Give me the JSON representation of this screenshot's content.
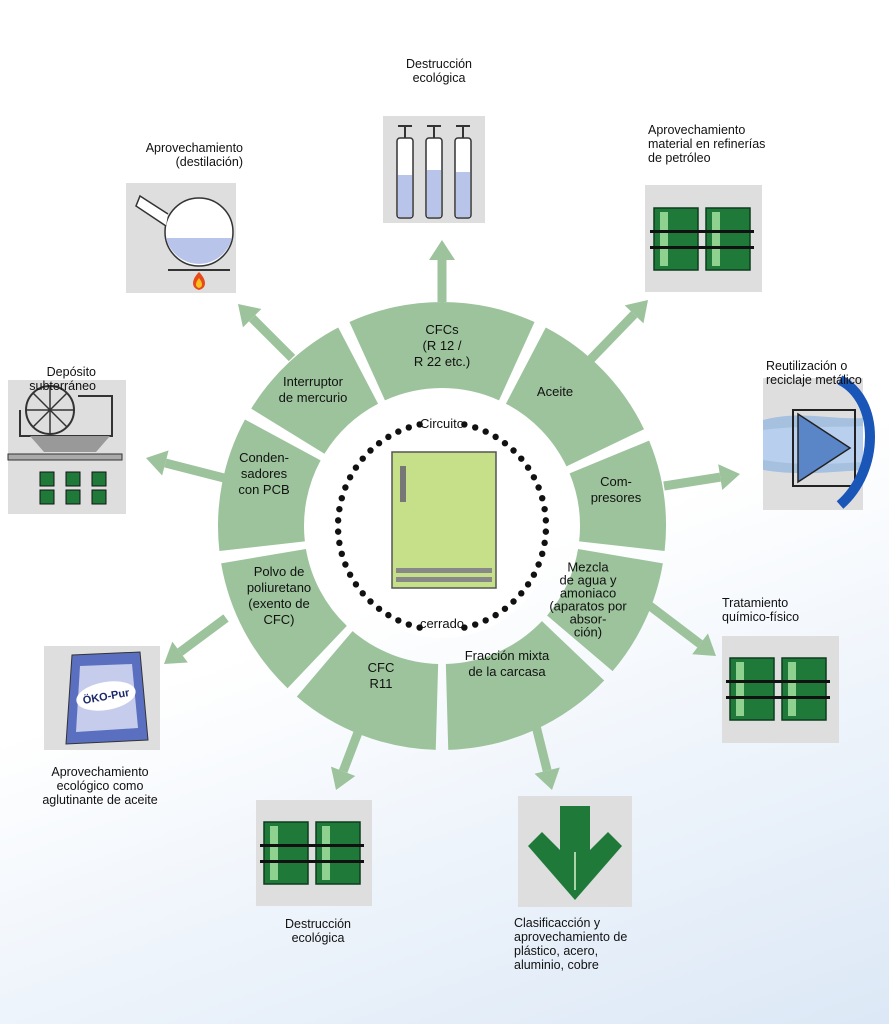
{
  "colors": {
    "segment": "#9cc39c",
    "arrow": "#9cc39c",
    "green_drum": "#1f7a3a",
    "fridge": "#c6e08a",
    "box_bg": "#dedede"
  },
  "center": {
    "label_top": "Circuito",
    "label_bottom": "cerrado"
  },
  "segments": [
    {
      "id": "cfcs",
      "lines": [
        "CFCs",
        "(R 12 /",
        "R 22 etc.)"
      ]
    },
    {
      "id": "aceite",
      "lines": [
        "Aceite"
      ]
    },
    {
      "id": "compresores",
      "lines": [
        "Com-",
        "presores"
      ]
    },
    {
      "id": "mezcla",
      "lines": [
        "Mezcla",
        "de agua y",
        "amoniaco",
        "(aparatos por",
        "absor-",
        "ción)"
      ]
    },
    {
      "id": "fraccion",
      "lines": [
        "Fracción mixta",
        "de la carcasa"
      ]
    },
    {
      "id": "cfc-r11",
      "lines": [
        "CFC",
        "R11"
      ]
    },
    {
      "id": "polvo",
      "lines": [
        "Polvo de",
        "poliuretano",
        "(exento de",
        "CFC)"
      ]
    },
    {
      "id": "condensadores",
      "lines": [
        "Conden-",
        "sadores",
        "con PCB"
      ]
    },
    {
      "id": "interruptor",
      "lines": [
        "Interruptor",
        "de mercurio"
      ]
    }
  ],
  "captions": [
    {
      "id": "destruccion-top",
      "lines": [
        "Destrucción",
        "ecológica"
      ],
      "icon": "gas-cylinders-icon"
    },
    {
      "id": "refinerias",
      "lines": [
        "Aprovechamiento",
        "material en refinerías",
        "de petróleo"
      ],
      "icon": "oil-drums-icon"
    },
    {
      "id": "reutilizacion",
      "lines": [
        "Reutilización o",
        "reciclaje metálico"
      ],
      "icon": "metal-recycling-icon"
    },
    {
      "id": "tratamiento",
      "lines": [
        "Tratamiento",
        "químico-físico"
      ],
      "icon": "chemical-drums-icon"
    },
    {
      "id": "clasificacion",
      "lines": [
        "Clasificacción y",
        "aprovechamiento de",
        "plástico, acero,",
        "aluminio, cobre"
      ],
      "icon": "sorting-arrow-icon"
    },
    {
      "id": "destruccion-bottom",
      "lines": [
        "Destrucción",
        "ecológica"
      ],
      "icon": "destruction-drums-icon"
    },
    {
      "id": "aglutinante",
      "lines": [
        "Aprovechamiento",
        "ecológico como",
        "aglutinante de aceite"
      ],
      "icon": "oko-pur-bag-icon"
    },
    {
      "id": "deposito",
      "lines": [
        "Depósito",
        "subterráneo"
      ],
      "icon": "underground-mine-icon"
    },
    {
      "id": "destilacion",
      "lines": [
        "Aprovechamiento",
        "(destilación)"
      ],
      "icon": "distillation-flask-icon"
    }
  ],
  "bag_label": "ÖKO-Pur"
}
